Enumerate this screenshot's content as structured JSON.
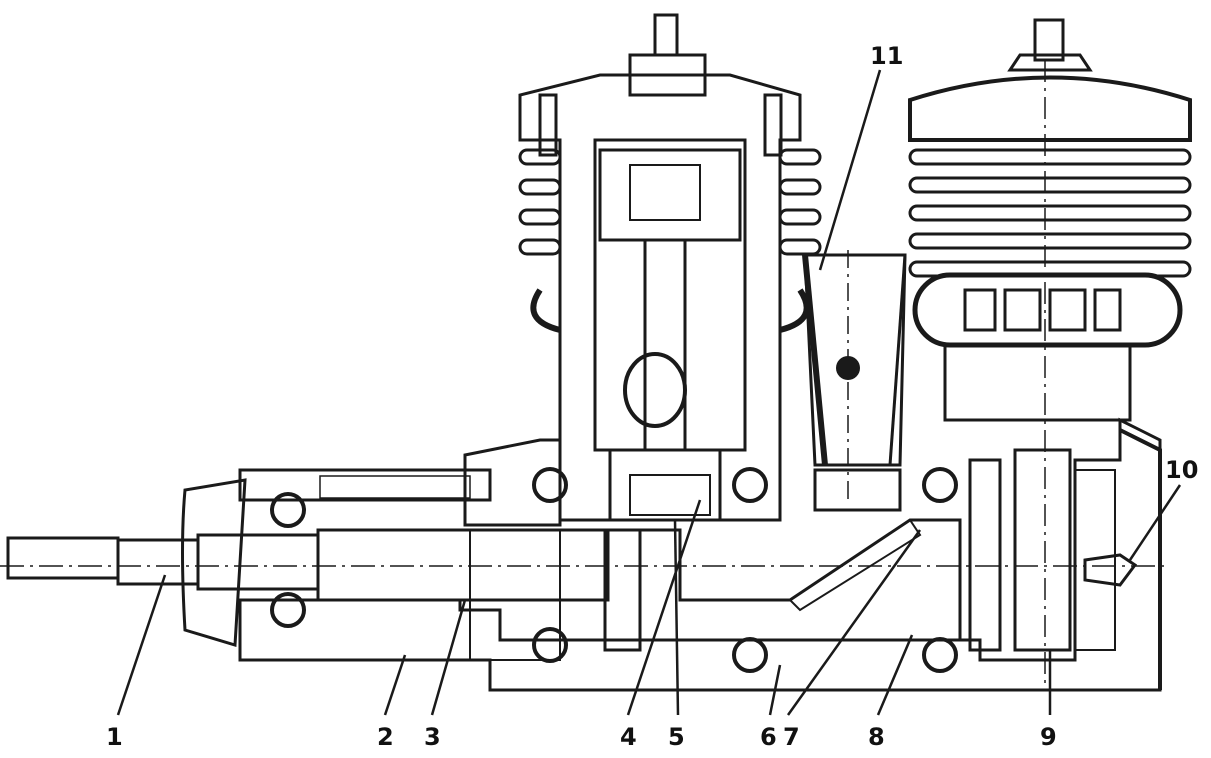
{
  "figure": {
    "labels": [
      "1",
      "2",
      "3",
      "4",
      "5",
      "6",
      "7",
      "8",
      "9",
      "10",
      "11"
    ]
  }
}
